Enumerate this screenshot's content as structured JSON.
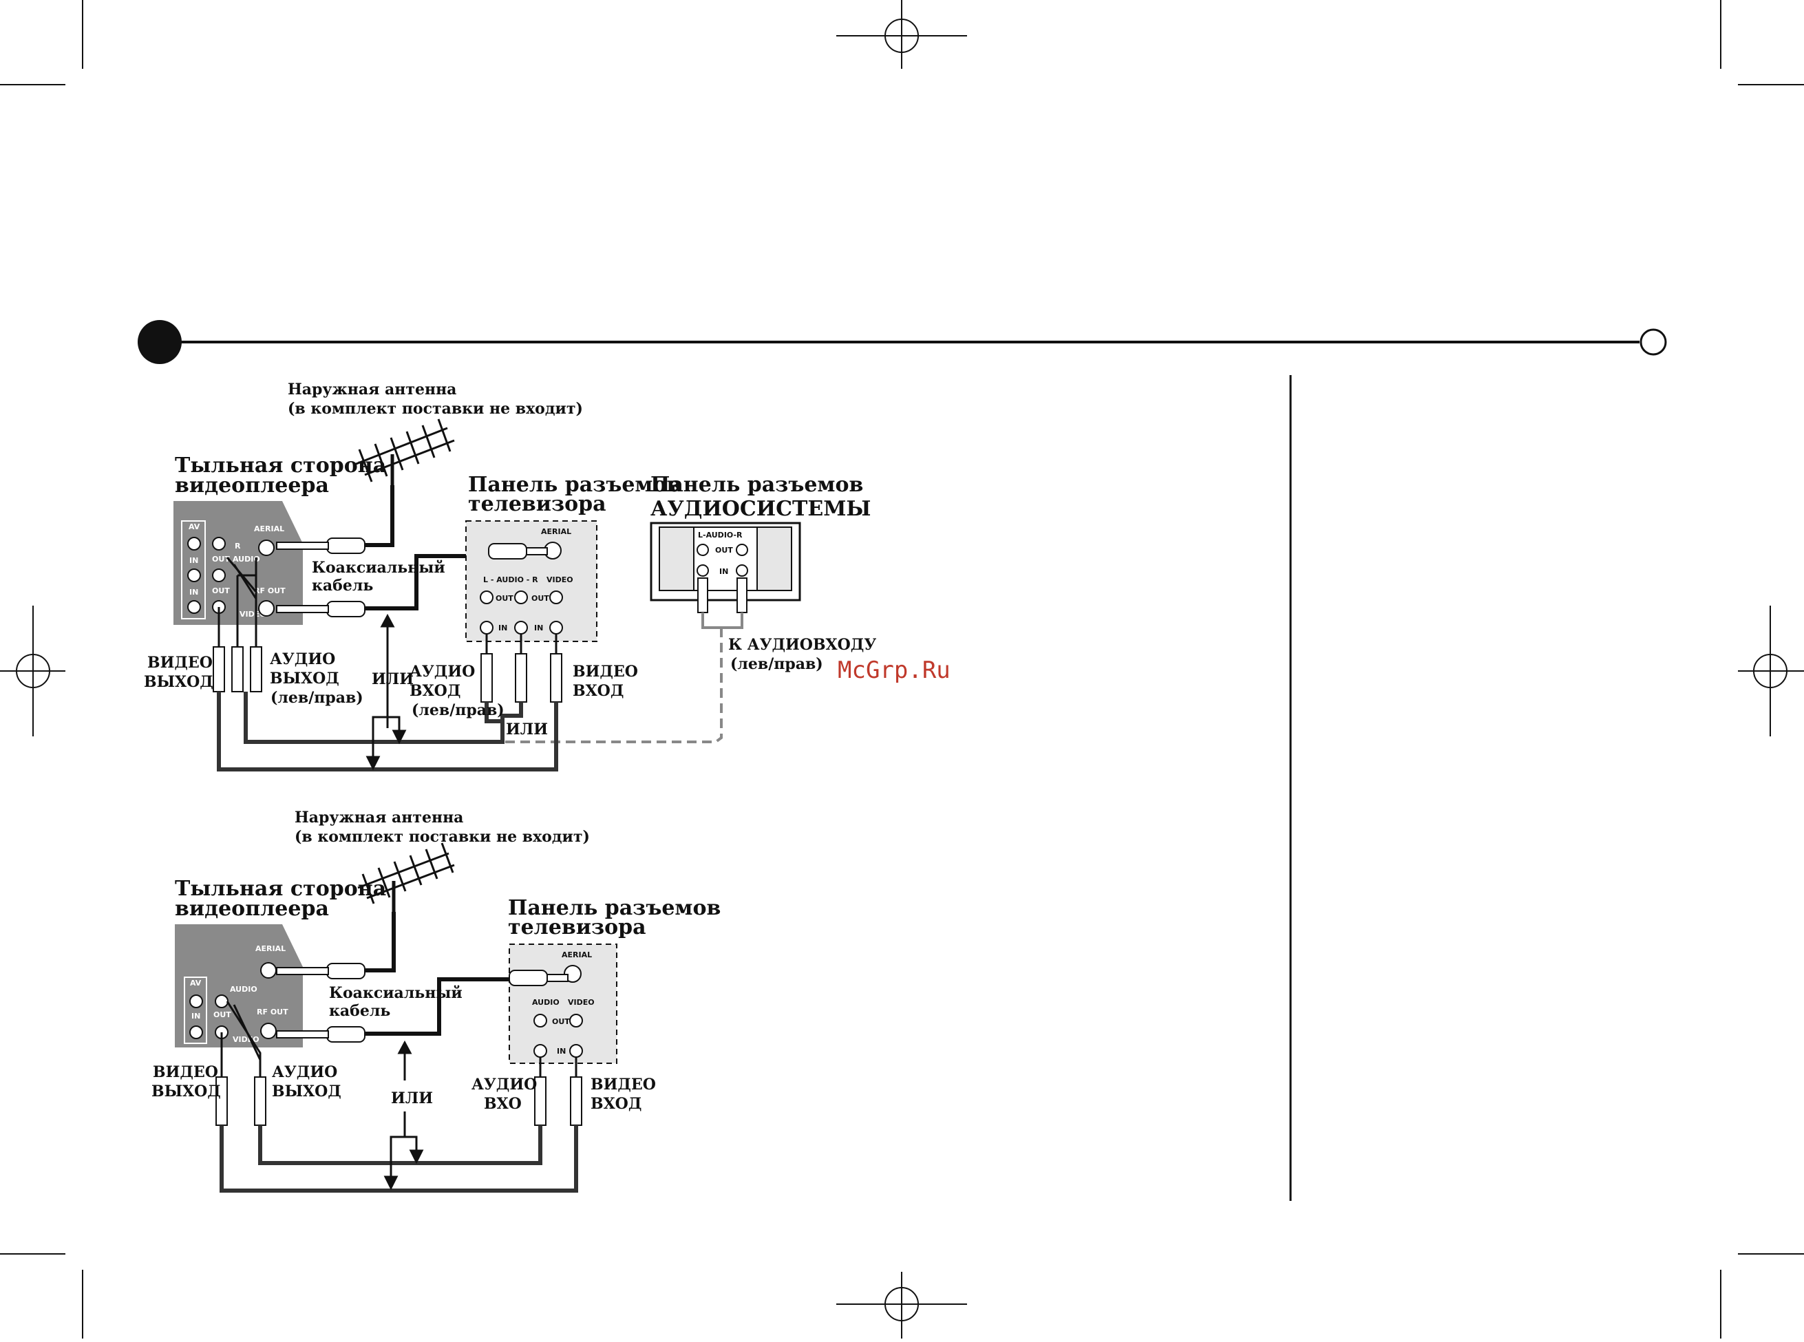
{
  "diagram1": {
    "antenna_line1": "Наружная антенна",
    "antenna_line2": "(в комплект поставки не входит)",
    "vcr_title_line1": "Тыльная сторона",
    "vcr_title_line2": "видеоплеера",
    "tv_title_line1": "Панель разъемов",
    "tv_title_line2": "телевизора",
    "audio_sys_line1": "Панель разъемов",
    "audio_sys_line2": "АУДИОСИСТЕМЫ",
    "coax_line1": "Коаксиальный",
    "coax_line2": "кабель",
    "video_out_line1": "ВИДЕО",
    "video_out_line2": "ВЫХОД",
    "audio_out_line1": "АУДИО",
    "audio_out_line2": "ВЫХОД",
    "audio_out_line3": "(лев/прав)",
    "or_label": "ИЛИ",
    "audio_in_line1": "АУДИО",
    "audio_in_line2": "ВХОД",
    "audio_in_line3": "(лев/прав)",
    "or_label2": "ИЛИ",
    "video_in_line1": "ВИДЕО",
    "video_in_line2": "ВХОД",
    "to_audio_in_line1": "К АУДИОВХОДУ",
    "to_audio_in_line2": "(лев/прав)",
    "vcr_jacks": {
      "av": "AV",
      "in1": "IN",
      "in2": "IN",
      "r": "R",
      "out1": "OUT",
      "audio": "AUDIO",
      "out2": "OUT",
      "aerial": "AERIAL",
      "rf_out": "RF OUT",
      "video": "VIDEO"
    },
    "tv_jacks": {
      "aerial": "AERIAL",
      "l_audio_r": "L - AUDIO - R",
      "video": "VIDEO",
      "out1": "OUT",
      "out2": "OUT",
      "in1": "IN",
      "in2": "IN"
    },
    "audio_sys_jacks": {
      "l_audio_r": "L-AUDIO-R",
      "out": "OUT",
      "in": "IN"
    }
  },
  "diagram2": {
    "antenna_line1": "Наружная антенна",
    "antenna_line2": "(в комплект поставки не входит)",
    "vcr_title_line1": "Тыльная сторона",
    "vcr_title_line2": "видеоплеера",
    "tv_title_line1": "Панель разъемов",
    "tv_title_line2": "телевизора",
    "coax_line1": "Коаксиальный",
    "coax_line2": "кабель",
    "video_out_line1": "ВИДЕО",
    "video_out_line2": "ВЫХОД",
    "audio_out_line1": "АУДИО",
    "audio_out_line2": "ВЫХОД",
    "or_label": "ИЛИ",
    "audio_in_line1": "АУДИО",
    "audio_in_line2": "ВХО",
    "video_in_line1": "ВИДЕО",
    "video_in_line2": "ВХОД",
    "vcr_jacks": {
      "aerial": "AERIAL",
      "av": "AV",
      "audio": "AUDIO",
      "in": "IN",
      "out": "OUT",
      "rf_out": "RF OUT",
      "video": "VIDEO"
    },
    "tv_jacks": {
      "aerial": "AERIAL",
      "audio": "AUDIO",
      "video": "VIDEO",
      "out": "OUT",
      "in": "IN"
    }
  },
  "watermark": "McGrp.Ru",
  "colors": {
    "panel_gray": "#8a8a8a",
    "tv_panel": "#e6e6e6",
    "cable": "#111111",
    "watermark": "#c0392b"
  }
}
